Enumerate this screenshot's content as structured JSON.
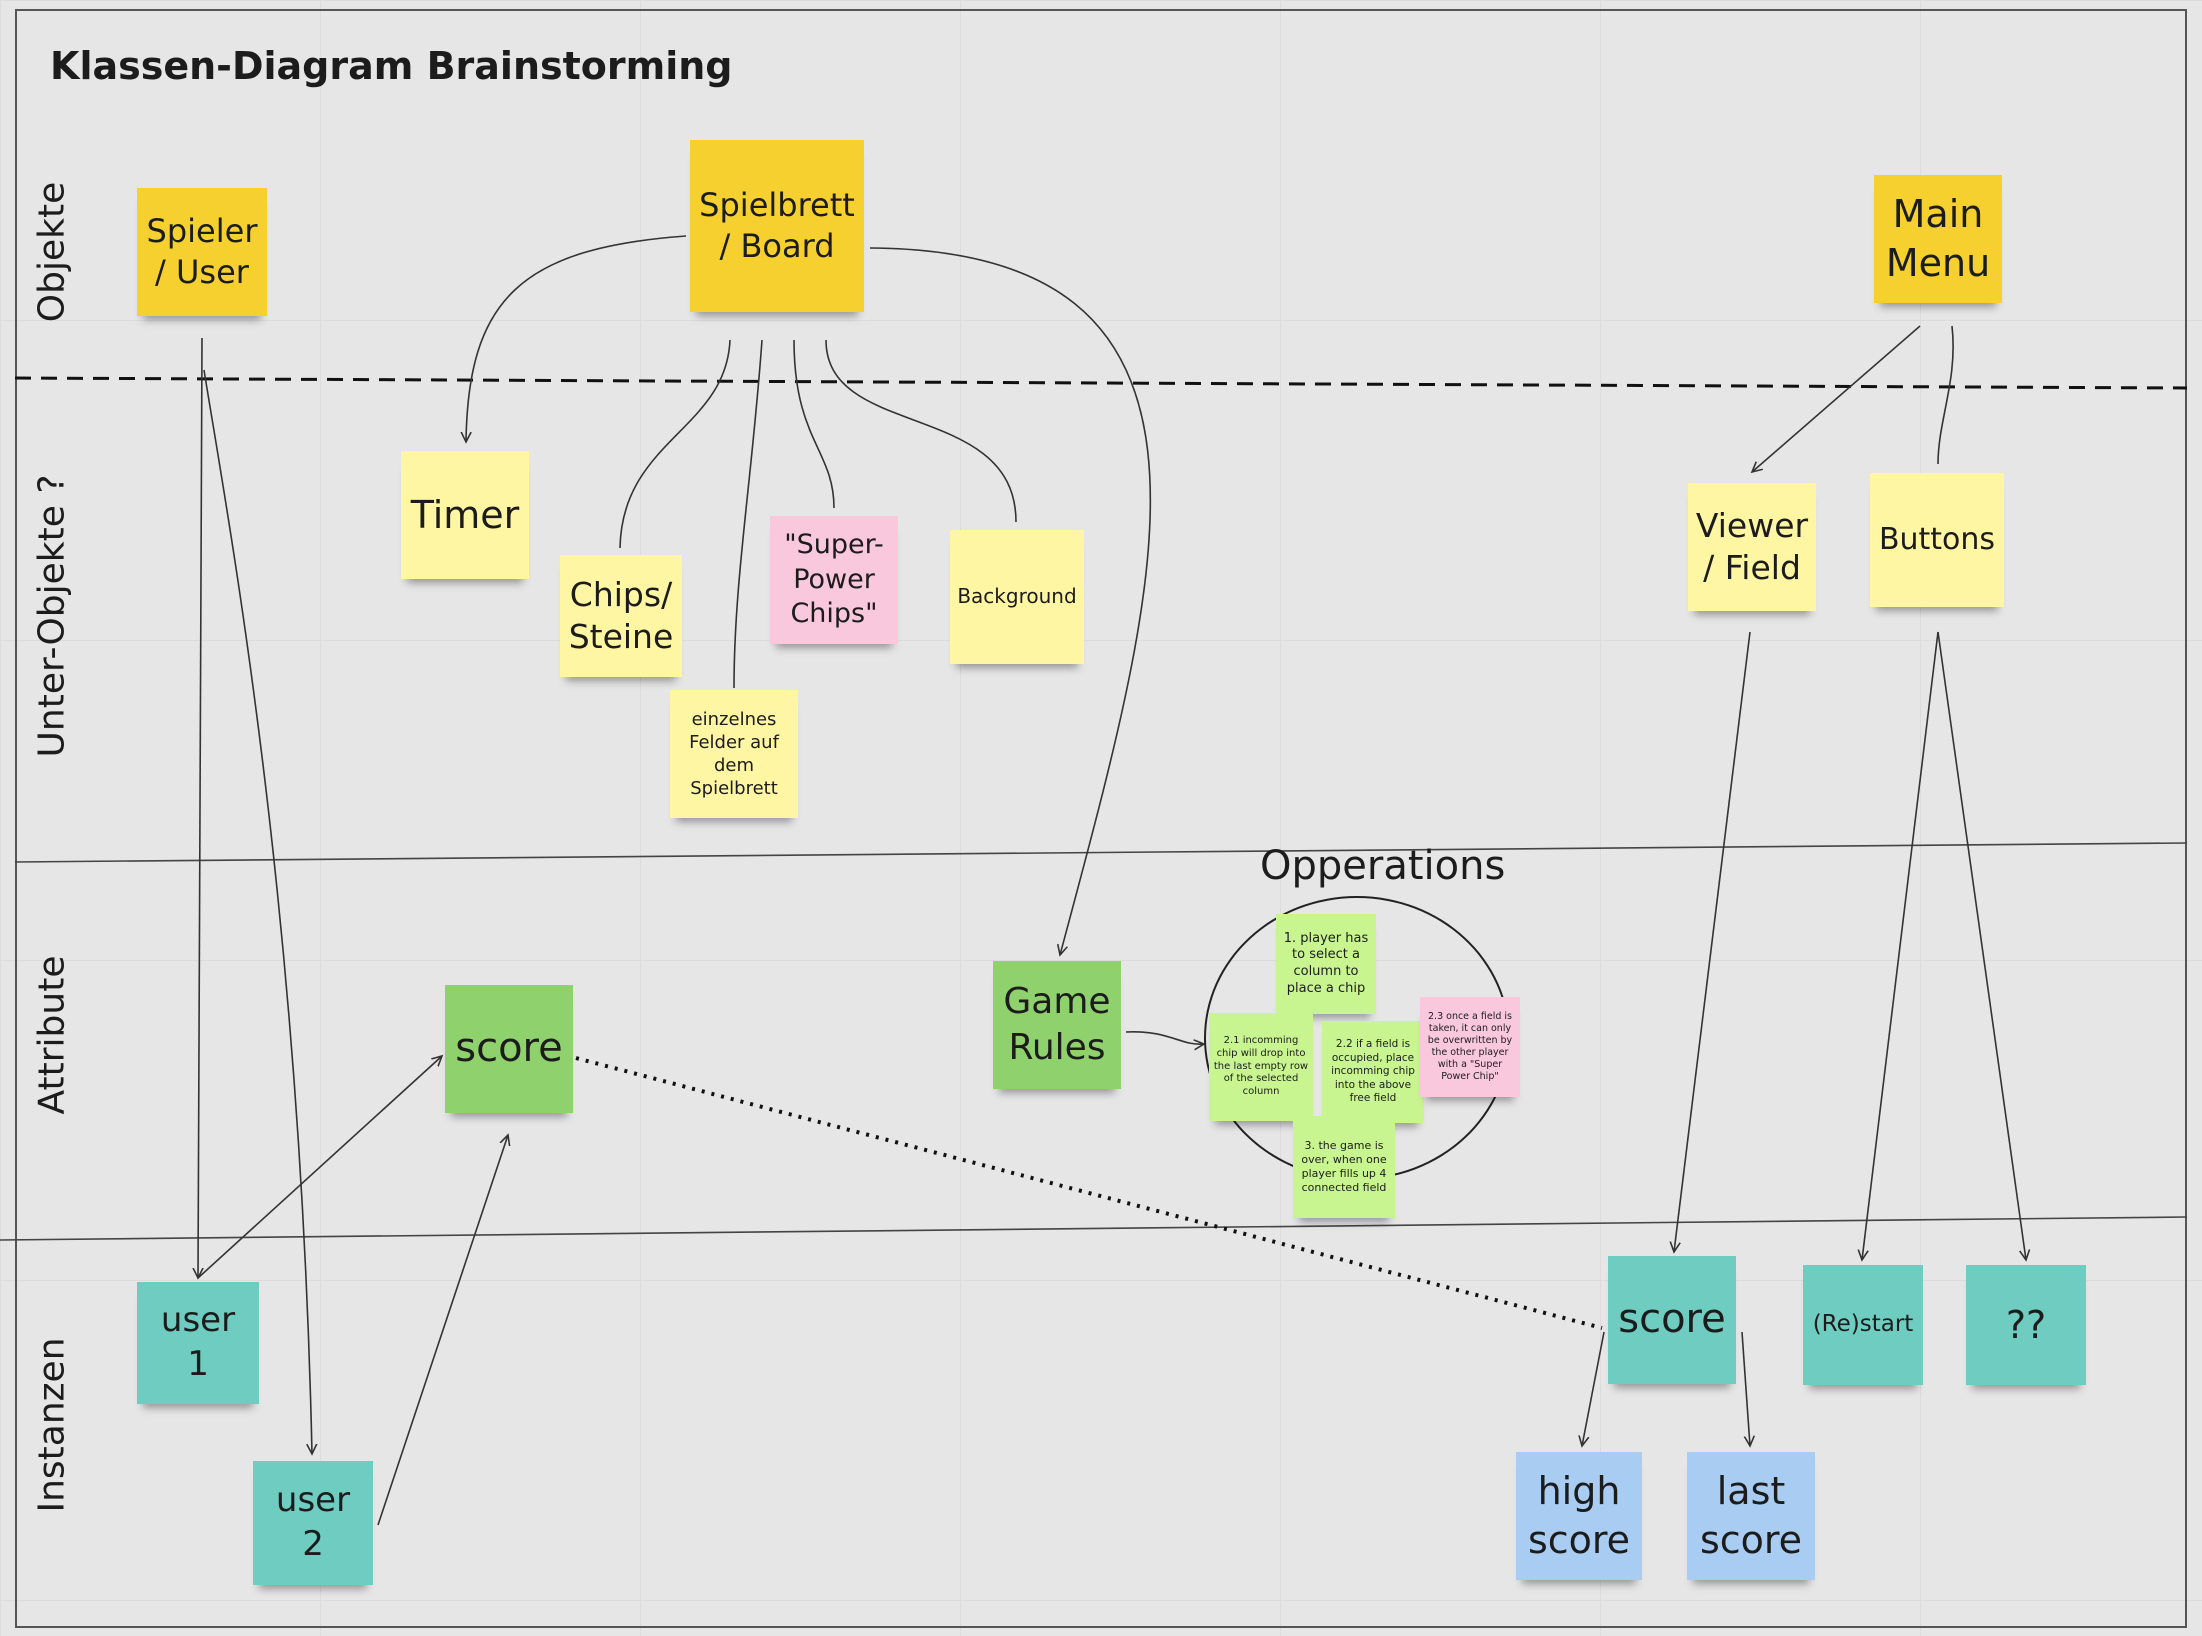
{
  "title": "Klassen-Diagram Brainstorming",
  "rows": {
    "objekte": "Objekte",
    "unter_objekte": "Unter-Objekte ?",
    "attribute": "Attribute",
    "instanzen": "Instanzen"
  },
  "notes": {
    "spieler": "Spieler / User",
    "spielbrett": "Spielbrett / Board",
    "main_menu": "Main Menu",
    "timer": "Timer",
    "chips": "Chips/ Steine",
    "superpower": "\"Super-Power Chips\"",
    "background": "Background",
    "felder": "einzelnes Felder auf dem Spielbrett",
    "viewer": "Viewer / Field",
    "buttons": "Buttons",
    "score_attr": "score",
    "game_rules": "Game Rules",
    "user1": "user 1",
    "user2": "user 2",
    "score_inst": "score",
    "restart": "(Re)start",
    "qq": "??",
    "high_score": "high score",
    "last_score": "last score"
  },
  "operations": {
    "title": "Opperations",
    "op1": "1. player has to select a column to place a chip",
    "op21": "2.1 incomming chip will drop into the last empty row of the selected column",
    "op22": "2.2 if a field is occupied, place incomming chip into the above free field",
    "op23": "2.3 once a field is taken, it can only be overwritten by the other player with a \"Super Power Chip\"",
    "op3": "3. the game is over, when one player fills up 4 connected field"
  },
  "colors": {
    "sticky_dark_yellow": "#f5d02e",
    "sticky_light_yellow": "#fef6a3",
    "sticky_pink": "#f9c8dc",
    "sticky_green": "#8fd26d",
    "sticky_light_green": "#c8f58f",
    "sticky_teal": "#6fccc0",
    "sticky_blue": "#a8ccf2"
  }
}
